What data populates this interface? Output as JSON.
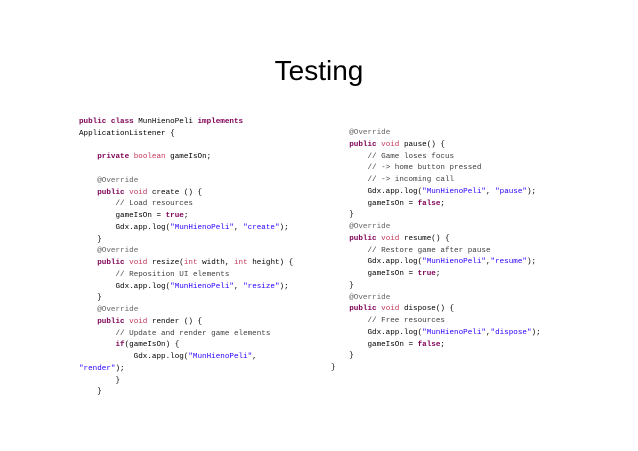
{
  "title": "Testing",
  "colors": {
    "keyword": "#7f0055",
    "type": "#c4385b",
    "string": "#2a00ff",
    "annotation": "#646464",
    "comment": "#3f3f3f",
    "plain": "#000000"
  },
  "left_code": [
    [
      [
        "kw",
        "public class "
      ],
      [
        "plain",
        "MunHienoPeli "
      ],
      [
        "kw",
        "implements"
      ]
    ],
    [
      [
        "plain",
        "ApplicationListener {"
      ]
    ],
    [
      [
        "plain",
        ""
      ]
    ],
    [
      [
        "plain",
        "\t"
      ],
      [
        "kw",
        "private "
      ],
      [
        "type",
        "boolean "
      ],
      [
        "plain",
        "gameIsOn;"
      ]
    ],
    [
      [
        "plain",
        ""
      ]
    ],
    [
      [
        "plain",
        "\t"
      ],
      [
        "ann",
        "@Override"
      ]
    ],
    [
      [
        "plain",
        "\t"
      ],
      [
        "kw",
        "public "
      ],
      [
        "type",
        "void "
      ],
      [
        "plain",
        "create () {"
      ]
    ],
    [
      [
        "plain",
        "\t\t"
      ],
      [
        "comment",
        "// Load resources"
      ]
    ],
    [
      [
        "plain",
        "\t\tgameIsOn = "
      ],
      [
        "kw",
        "true"
      ],
      [
        "plain",
        ";"
      ]
    ],
    [
      [
        "plain",
        "\t\tGdx.app.log("
      ],
      [
        "str",
        "\"MunHienoPeli\""
      ],
      [
        "plain",
        ", "
      ],
      [
        "str",
        "\"create\""
      ],
      [
        "plain",
        ");"
      ]
    ],
    [
      [
        "plain",
        "\t}"
      ]
    ],
    [
      [
        "plain",
        "\t"
      ],
      [
        "ann",
        "@Override"
      ]
    ],
    [
      [
        "plain",
        "\t"
      ],
      [
        "kw",
        "public "
      ],
      [
        "type",
        "void "
      ],
      [
        "plain",
        "resize("
      ],
      [
        "type",
        "int "
      ],
      [
        "plain",
        "width, "
      ],
      [
        "type",
        "int "
      ],
      [
        "plain",
        "height) {"
      ]
    ],
    [
      [
        "plain",
        "\t\t"
      ],
      [
        "comment",
        "// Reposition UI elements"
      ]
    ],
    [
      [
        "plain",
        "\t\tGdx.app.log("
      ],
      [
        "str",
        "\"MunHienoPeli\""
      ],
      [
        "plain",
        ", "
      ],
      [
        "str",
        "\"resize\""
      ],
      [
        "plain",
        ");"
      ]
    ],
    [
      [
        "plain",
        "\t}"
      ]
    ],
    [
      [
        "plain",
        "\t"
      ],
      [
        "ann",
        "@Override"
      ]
    ],
    [
      [
        "plain",
        "\t"
      ],
      [
        "kw",
        "public "
      ],
      [
        "type",
        "void "
      ],
      [
        "plain",
        "render () {"
      ]
    ],
    [
      [
        "plain",
        "\t\t"
      ],
      [
        "comment",
        "// Update and render game elements"
      ]
    ],
    [
      [
        "plain",
        "\t\t"
      ],
      [
        "kw",
        "if"
      ],
      [
        "plain",
        "(gameIsOn) {"
      ]
    ],
    [
      [
        "plain",
        "\t\t\tGdx.app.log("
      ],
      [
        "str",
        "\"MunHienoPeli\""
      ],
      [
        "plain",
        ","
      ]
    ],
    [
      [
        "str",
        "\"render\""
      ],
      [
        "plain",
        ");"
      ]
    ],
    [
      [
        "plain",
        "\t\t}"
      ]
    ],
    [
      [
        "plain",
        "\t}"
      ]
    ]
  ],
  "right_code": [
    [
      [
        "plain",
        "\t"
      ],
      [
        "ann",
        "@Override"
      ]
    ],
    [
      [
        "plain",
        "\t"
      ],
      [
        "kw",
        "public "
      ],
      [
        "type",
        "void "
      ],
      [
        "plain",
        "pause() {"
      ]
    ],
    [
      [
        "plain",
        "\t\t"
      ],
      [
        "comment",
        "// Game loses focus"
      ]
    ],
    [
      [
        "plain",
        "\t\t"
      ],
      [
        "comment",
        "// -> home button pressed"
      ]
    ],
    [
      [
        "plain",
        "\t\t"
      ],
      [
        "comment",
        "// -> incoming call"
      ]
    ],
    [
      [
        "plain",
        "\t\tGdx.app.log("
      ],
      [
        "str",
        "\"MunHienoPeli\""
      ],
      [
        "plain",
        ", "
      ],
      [
        "str",
        "\"pause\""
      ],
      [
        "plain",
        ");"
      ]
    ],
    [
      [
        "plain",
        "\t\tgameIsOn = "
      ],
      [
        "kw",
        "false"
      ],
      [
        "plain",
        ";"
      ]
    ],
    [
      [
        "plain",
        "\t}"
      ]
    ],
    [
      [
        "plain",
        "\t"
      ],
      [
        "ann",
        "@Override"
      ]
    ],
    [
      [
        "plain",
        "\t"
      ],
      [
        "kw",
        "public "
      ],
      [
        "type",
        "void "
      ],
      [
        "plain",
        "resume() {"
      ]
    ],
    [
      [
        "plain",
        "\t\t"
      ],
      [
        "comment",
        "// Restore game after pause"
      ]
    ],
    [
      [
        "plain",
        "\t\tGdx.app.log("
      ],
      [
        "str",
        "\"MunHienoPeli\""
      ],
      [
        "plain",
        ","
      ],
      [
        "str",
        "\"resume\""
      ],
      [
        "plain",
        ");"
      ]
    ],
    [
      [
        "plain",
        "\t\tgameIsOn = "
      ],
      [
        "kw",
        "true"
      ],
      [
        "plain",
        ";"
      ]
    ],
    [
      [
        "plain",
        "\t}"
      ]
    ],
    [
      [
        "plain",
        "\t"
      ],
      [
        "ann",
        "@Override"
      ]
    ],
    [
      [
        "plain",
        "\t"
      ],
      [
        "kw",
        "public "
      ],
      [
        "type",
        "void "
      ],
      [
        "plain",
        "dispose() {"
      ]
    ],
    [
      [
        "plain",
        "\t\t"
      ],
      [
        "comment",
        "// Free resources"
      ]
    ],
    [
      [
        "plain",
        "\t\tGdx.app.log("
      ],
      [
        "str",
        "\"MunHienoPeli\""
      ],
      [
        "plain",
        ","
      ],
      [
        "str",
        "\"dispose\""
      ],
      [
        "plain",
        ");"
      ]
    ],
    [
      [
        "plain",
        "\t\tgameIsOn = "
      ],
      [
        "kw",
        "false"
      ],
      [
        "plain",
        ";"
      ]
    ],
    [
      [
        "plain",
        "\t}"
      ]
    ],
    [
      [
        "plain",
        "}"
      ]
    ]
  ]
}
